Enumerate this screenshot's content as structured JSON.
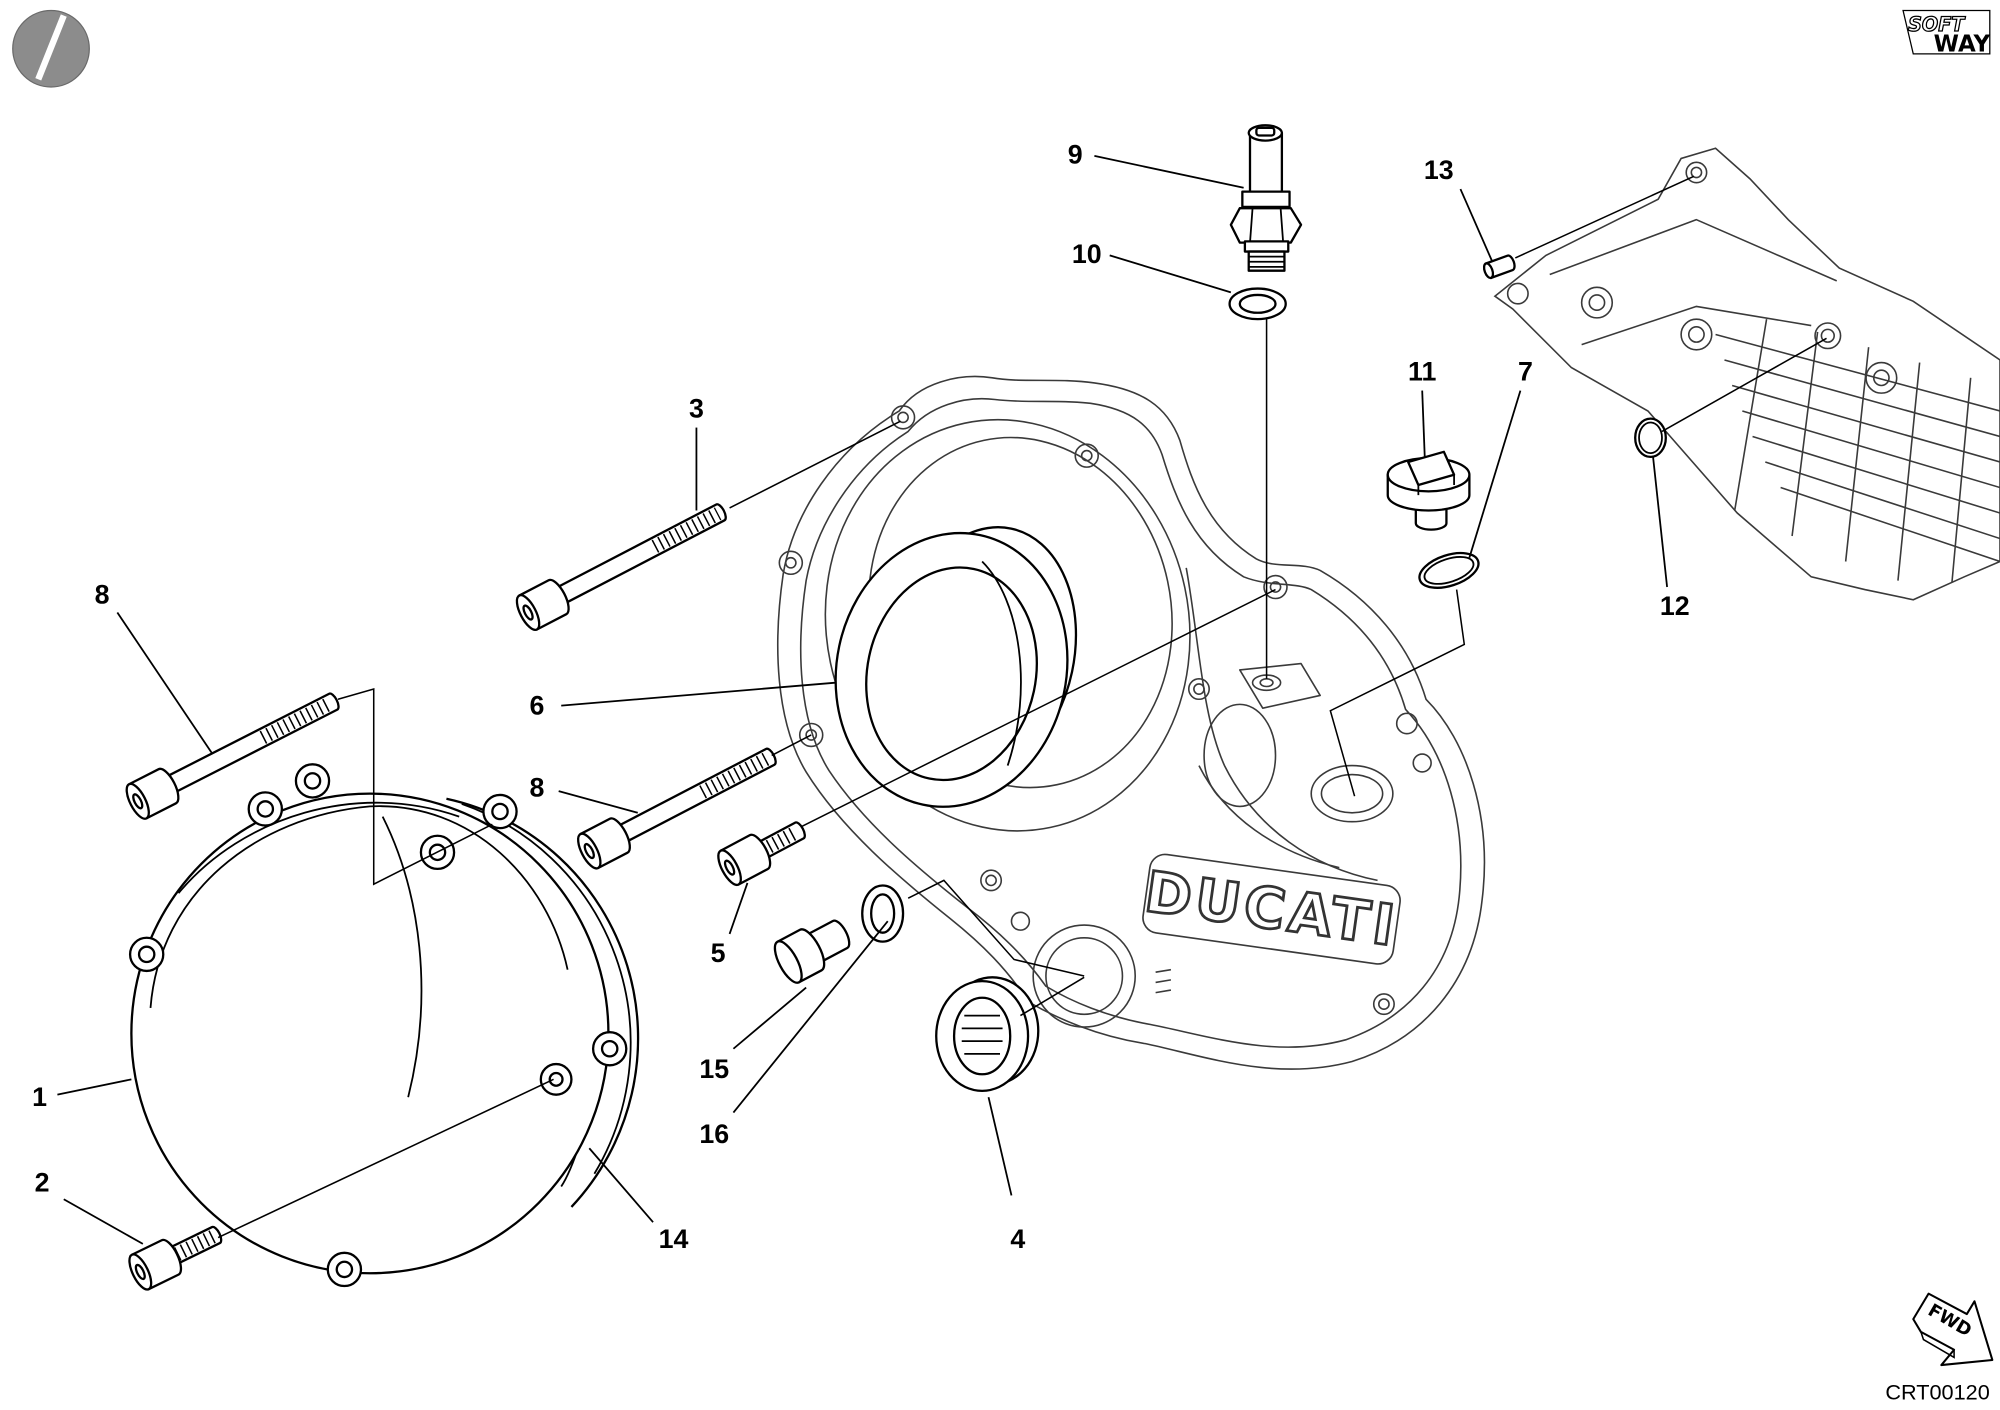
{
  "callouts": [
    "9",
    "10",
    "13",
    "3",
    "11",
    "7",
    "12",
    "8",
    "6",
    "8",
    "5",
    "15",
    "16",
    "1",
    "2",
    "14",
    "4"
  ],
  "drawing_code": "CRT00120",
  "cover_lettering": "DUCATI",
  "brand_logo": {
    "line1": "SOFT",
    "line2": "WAY"
  },
  "direction_label": "FWD",
  "colors": {
    "line": "#000000",
    "background": "#ffffff",
    "logo_gray": "#8c8c8c"
  }
}
